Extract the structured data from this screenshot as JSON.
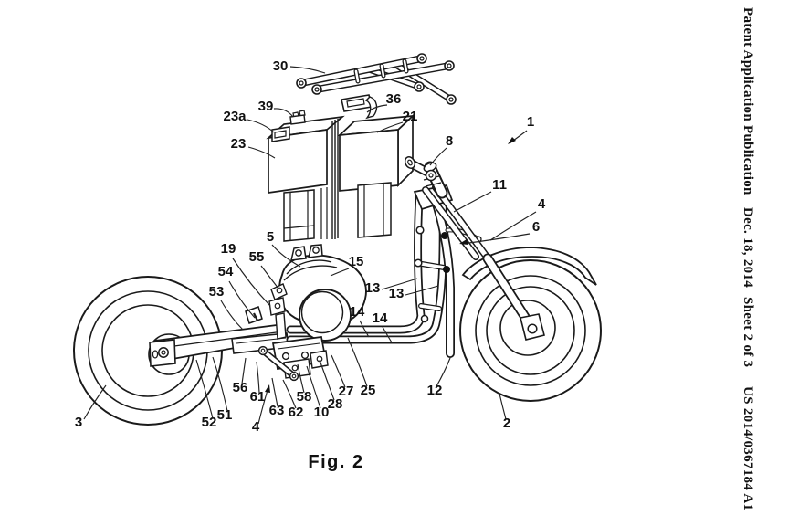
{
  "header": {
    "publication": "Patent Application Publication",
    "date": "Dec. 18, 2014",
    "sheet": "Sheet 2 of 3",
    "patent_number": "US 2014/0367184 A1"
  },
  "figure": {
    "caption": "Fig. 2",
    "labels": {
      "n1": "1",
      "n2": "2",
      "n3": "3",
      "n4a": "4",
      "n4b": "4",
      "n5": "5",
      "n6": "6",
      "n8": "8",
      "n10": "10",
      "n11": "11",
      "n12": "12",
      "n13a": "13",
      "n13b": "13",
      "n14a": "14",
      "n14b": "14",
      "n15": "15",
      "n19": "19",
      "n21": "21",
      "n23": "23",
      "n23a": "23a",
      "n25": "25",
      "n27": "27",
      "n28": "28",
      "n30": "30",
      "n36": "36",
      "n39": "39",
      "n51": "51",
      "n52": "52",
      "n53": "53",
      "n54": "54",
      "n55": "55",
      "n56": "56",
      "n58": "58",
      "n61": "61",
      "n62": "62",
      "n63": "63"
    }
  }
}
